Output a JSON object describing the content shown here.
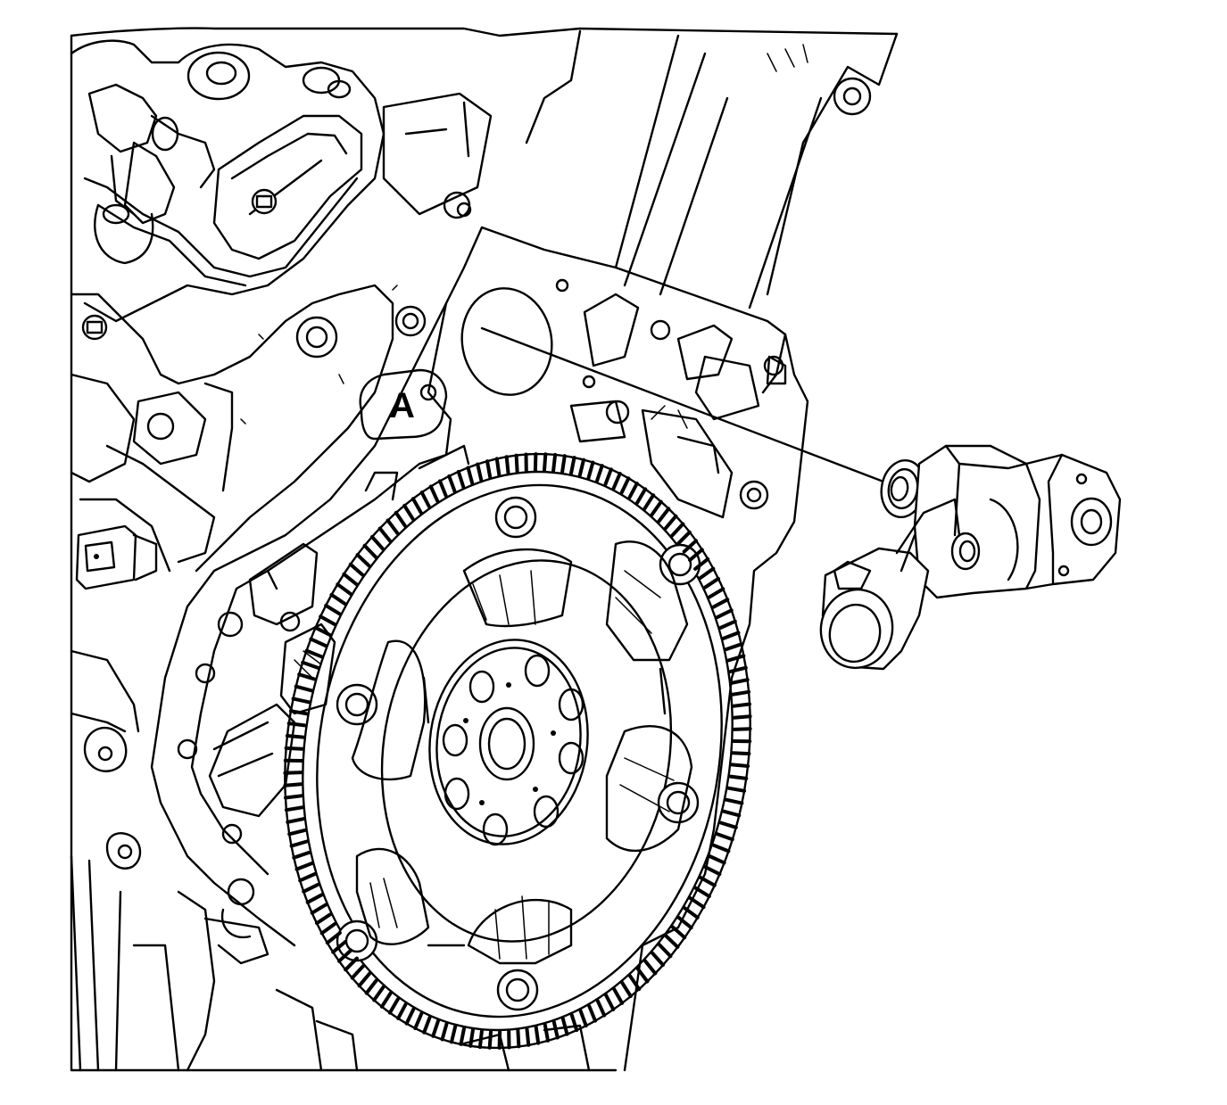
{
  "diagram": {
    "callouts": [
      {
        "id": "A",
        "label": "A"
      }
    ],
    "components": [
      {
        "name": "engine-block"
      },
      {
        "name": "cylinder-head-valve-cover"
      },
      {
        "name": "flywheel-flexplate"
      },
      {
        "name": "ring-gear"
      },
      {
        "name": "crankshaft-position-sensor"
      }
    ],
    "line_color": "#000000",
    "background_color": "#ffffff"
  }
}
